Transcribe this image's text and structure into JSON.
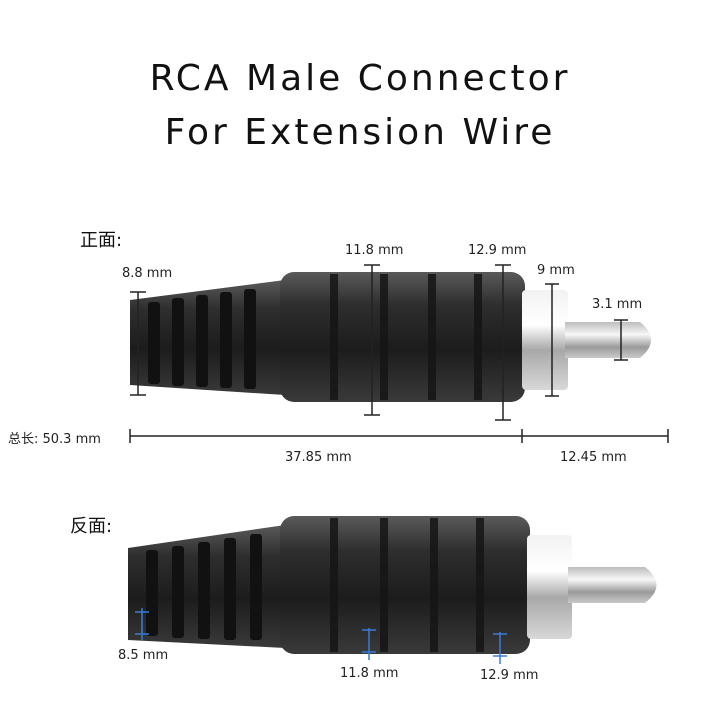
{
  "title": {
    "line1": "RCA Male Connector",
    "line2": "For Extension Wire"
  },
  "front": {
    "heading": "正面:",
    "dims": {
      "tail_diameter": "8.8 mm",
      "body_diameter": "11.8 mm",
      "front_diameter": "12.9 mm",
      "ring_diameter": "9 mm",
      "pin_diameter": "3.1 mm"
    }
  },
  "length": {
    "total": "总长: 50.3 mm",
    "body": "37.85 mm",
    "plug": "12.45 mm"
  },
  "back": {
    "heading": "反面:",
    "dims": {
      "tail": "8.5 mm",
      "body": "11.8 mm",
      "front": "12.9 mm"
    }
  },
  "colors": {
    "body": "#2a2a2a",
    "metal": "#c8c8c8",
    "line": "#222222",
    "accent": "#3a7bd5"
  }
}
